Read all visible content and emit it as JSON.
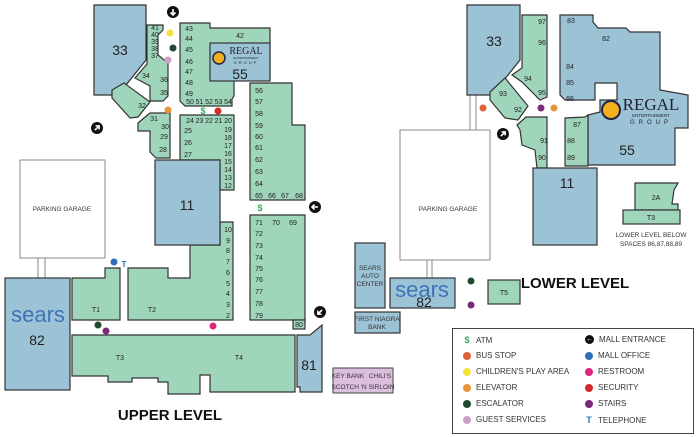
{
  "upper_level": {
    "title": "UPPER LEVEL",
    "parking_garage": "PARKING GARAGE",
    "anchors": {
      "s33": "33",
      "s55": "55",
      "s11": "11",
      "sears_logo": "sears",
      "s82": "82",
      "s81": "81"
    },
    "regal": {
      "name": "REGAL",
      "sub": "ENTERTAINMENT",
      "group": "GROUP"
    },
    "units": [
      "41",
      "40",
      "39",
      "38",
      "37",
      "34",
      "36",
      "35",
      "32",
      "31",
      "30",
      "29",
      "28",
      "43",
      "44",
      "45",
      "46",
      "47",
      "48",
      "49",
      "50",
      "51",
      "52",
      "53",
      "54",
      "42",
      "24",
      "23",
      "22",
      "21",
      "20",
      "19",
      "18",
      "17",
      "16",
      "15",
      "14",
      "13",
      "12",
      "25",
      "26",
      "27",
      "56",
      "57",
      "58",
      "59",
      "60",
      "61",
      "62",
      "63",
      "64",
      "65",
      "66",
      "67",
      "68",
      "71",
      "70",
      "69",
      "72",
      "73",
      "74",
      "75",
      "76",
      "77",
      "78",
      "79",
      "80",
      "10",
      "9",
      "8",
      "7",
      "6",
      "5",
      "4",
      "3",
      "2",
      "T1",
      "T2",
      "T3",
      "T4"
    ],
    "outparcel": {
      "line1_a": "KEY BANK",
      "line1_b": "CHILI'S",
      "line2": "SCOTCH 'N SIRLOIN"
    }
  },
  "lower_level": {
    "title": "LOWER LEVEL",
    "parking_garage": "PARKING GARAGE",
    "anchors": {
      "s33": "33",
      "s55": "55",
      "s11": "11",
      "sears_logo": "sears",
      "s82": "82"
    },
    "regal": {
      "name": "REGAL",
      "sub": "ENTERTAINMENT",
      "group": "GROUP"
    },
    "units": [
      "97",
      "96",
      "94",
      "95",
      "93",
      "92",
      "91",
      "90",
      "83",
      "82",
      "84",
      "85",
      "86",
      "87",
      "88",
      "89",
      "2A",
      "T3",
      "T5"
    ],
    "sears_auto": [
      "SEARS",
      "AUTO",
      "CENTER"
    ],
    "bank": [
      "FIRST NIAGRA",
      "BANK"
    ],
    "note": [
      "LOWER LEVEL BELOW",
      "SPACES 86,87,88,89"
    ]
  },
  "legend": [
    {
      "label": "ATM",
      "icon": "dollar-icon",
      "color": "#3aaa5c"
    },
    {
      "label": "BUS STOP",
      "icon": "bus-stop-dot",
      "color": "#e0603a"
    },
    {
      "label": "CHILDREN'S PLAY AREA",
      "icon": "play-area-dot",
      "color": "#f2e23a"
    },
    {
      "label": "ELEVATOR",
      "icon": "elevator-dot",
      "color": "#e8953a"
    },
    {
      "label": "ESCALATOR",
      "icon": "escalator-dot",
      "color": "#1f4a2e"
    },
    {
      "label": "GUEST SERVICES",
      "icon": "guest-services-dot",
      "color": "#c9a0c9"
    },
    {
      "label": "MALL ENTRANCE",
      "icon": "entrance-arrow-icon",
      "color": "#111111"
    },
    {
      "label": "MALL OFFICE",
      "icon": "mall-office-dot",
      "color": "#2e6fb8"
    },
    {
      "label": "RESTROOM",
      "icon": "restroom-dot",
      "color": "#e0267a"
    },
    {
      "label": "SECURITY",
      "icon": "security-dot",
      "color": "#d62a2a"
    },
    {
      "label": "STAIRS",
      "icon": "stairs-dot",
      "color": "#7a2a7a"
    },
    {
      "label": "TELEPHONE",
      "icon": "telephone-icon",
      "color": "#2e6fb8"
    }
  ],
  "symbols": {
    "atm": "$",
    "telephone": "T"
  }
}
